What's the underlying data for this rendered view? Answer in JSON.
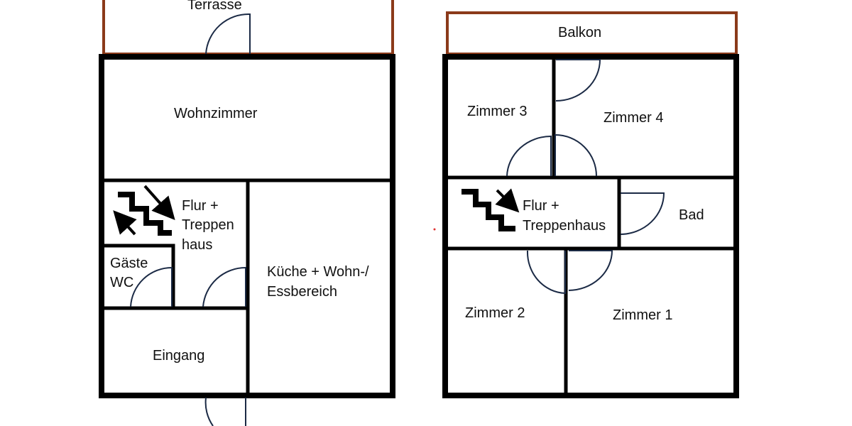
{
  "colors": {
    "wall": "#000000",
    "outdoor_outline": "#8b3a1a",
    "door": "#1b2a45",
    "marker": "#e03030"
  },
  "ground_floor": {
    "terrace_label": "Terrasse",
    "living_room_label": "Wohnzimmer",
    "hall_label_lines": [
      "Flur +",
      "Treppen",
      "haus"
    ],
    "guest_wc_label_lines": [
      "Gäste",
      "WC"
    ],
    "kitchen_label_lines": [
      "Küche + Wohn-/",
      "Essbereich"
    ],
    "entrance_label": "Eingang",
    "stair_icons": [
      "stairs-icon",
      "arrow-down-right-icon",
      "arrow-up-left-icon"
    ]
  },
  "upper_floor": {
    "balcony_label": "Balkon",
    "room3_label": "Zimmer 3",
    "room4_label": "Zimmer 4",
    "hall_label_lines": [
      "Flur +",
      "Treppenhaus"
    ],
    "bath_label": "Bad",
    "room2_label": "Zimmer 2",
    "room1_label": "Zimmer 1",
    "stair_icons": [
      "stairs-icon",
      "arrow-down-right-icon"
    ]
  }
}
